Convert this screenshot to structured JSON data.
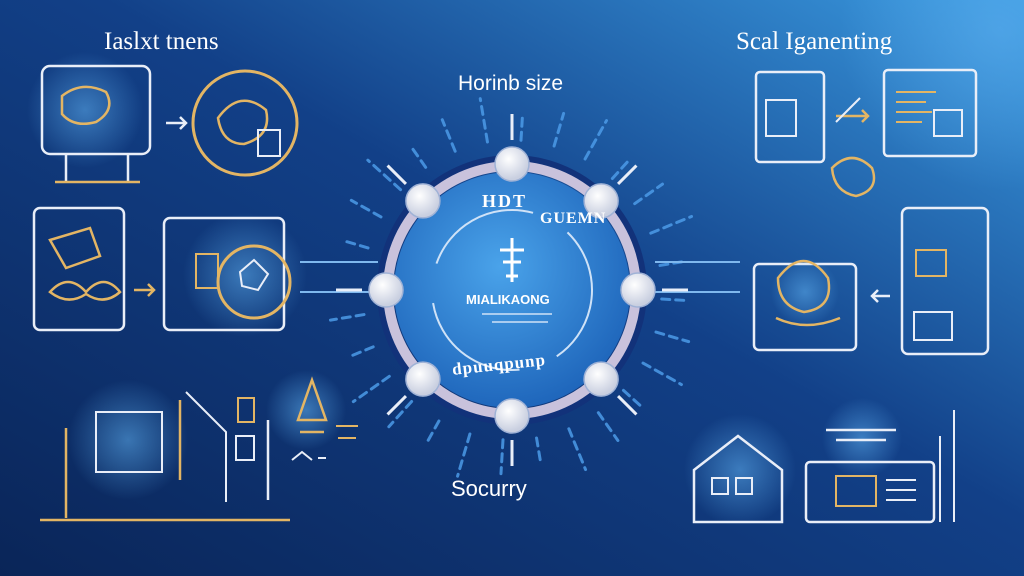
{
  "labels": {
    "top_left": "Iaslxt tnens",
    "top_right": "Scal Iganenting",
    "top_center": "Horinb size",
    "bottom_center": "Socurry"
  },
  "hub": {
    "arc_top": "HDT",
    "arc_mid": "GUEMN",
    "center": "MIALIKAONG",
    "arc_bottom": "dpuuqpunp"
  },
  "colors": {
    "background_dark": "#0b2a63",
    "background_light": "#2f8fd8",
    "line_white": "#e9eef8",
    "line_gold": "#e3b564",
    "hub_ring": "#c9c2dc",
    "hub_fill": "#2f86d6",
    "ray": "#4c9be8",
    "node": "#f4f1f8"
  },
  "icons": [
    "presentation-icon",
    "team-icon",
    "document-icon",
    "analytics-icon",
    "building-icon",
    "scale-icon",
    "computer-icon",
    "person-icon",
    "settings-icon",
    "chart-icon",
    "monitor-icon",
    "growth-icon"
  ]
}
